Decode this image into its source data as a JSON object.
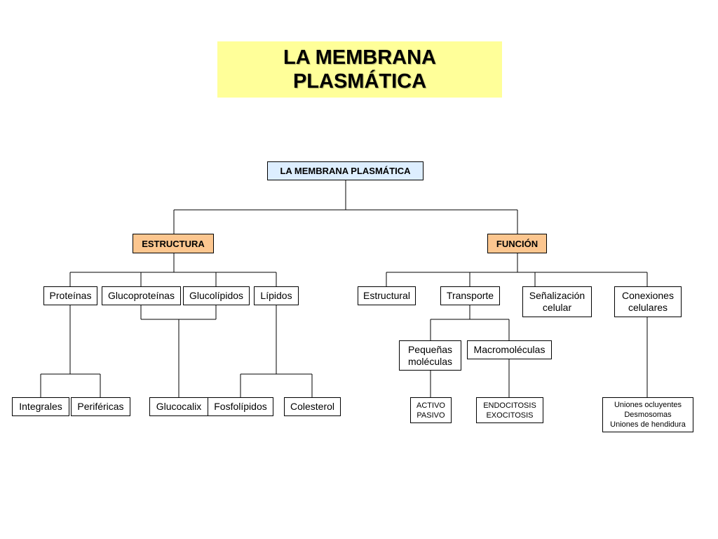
{
  "title": "LA MEMBRANA\nPLASMÁTICA",
  "colors": {
    "title_background": "#ffff99",
    "root_background": "#ddeeff",
    "branch_background": "#fcc68f"
  },
  "tree": {
    "root": "LA MEMBRANA PLASMÁTICA",
    "estructura": {
      "label": "ESTRUCTURA",
      "proteinas": "Proteínas",
      "glucoproteinas": "Glucoproteínas",
      "glucolipidos": "Glucolípidos",
      "lipidos": "Lípidos",
      "integrales": "Integrales",
      "perifericas": "Periféricas",
      "glucocalix": "Glucocalix",
      "fosfolipidos": "Fosfolípidos",
      "colesterol": "Colesterol"
    },
    "funcion": {
      "label": "FUNCIÓN",
      "estructural": "Estructural",
      "transporte": "Transporte",
      "senalizacion": "Señalización\ncelular",
      "conexiones": "Conexiones\ncelulares",
      "pequenas": "Pequeñas\nmoléculas",
      "macromoleculas": "Macromoléculas",
      "activo_pasivo": "ACTIVO\nPASIVO",
      "endo_exo": "ENDOCITOSIS\nEXOCITOSIS",
      "uniones": "Uniones ocluyentes\nDesmosomas\nUniones de hendidura"
    }
  }
}
